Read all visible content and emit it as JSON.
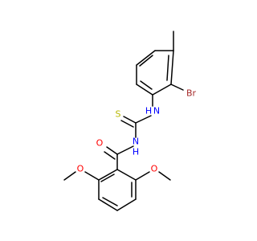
{
  "molecule": {
    "atoms": [
      {
        "id": "S",
        "symbol": "S",
        "color": "#b8b800"
      },
      {
        "id": "N1",
        "symbol": "H",
        "suffix": "N",
        "color": "#0000ff"
      },
      {
        "id": "N2",
        "symbol": "N",
        "suffix": "H",
        "color": "#0000ff"
      },
      {
        "id": "O",
        "symbol": "O",
        "color": "#ff0000"
      },
      {
        "id": "Br",
        "symbol": "Br",
        "color": "#a52a2a"
      },
      {
        "id": "O1",
        "symbol": "O",
        "color": "#ff0000"
      },
      {
        "id": "O2",
        "symbol": "O",
        "color": "#ff0000"
      }
    ]
  }
}
